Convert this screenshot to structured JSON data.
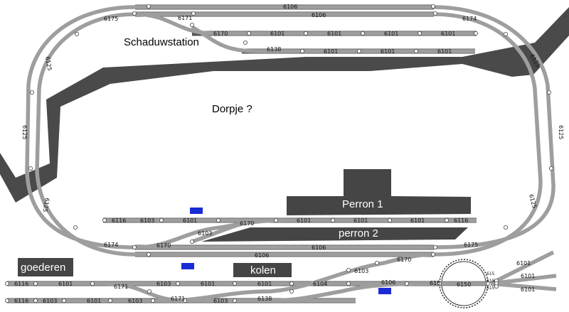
{
  "labels": {
    "shadow_station": "Schaduwstation",
    "village": "Dorpje ?",
    "platform1": "Perron 1",
    "platform2": "perron 2",
    "goods": "goederen",
    "coal": "kolen"
  },
  "codes": {
    "c6106": "6106",
    "c6175": "6175",
    "c6171": "6171",
    "c6174": "6174",
    "c6170": "6170",
    "c6101": "6101",
    "c6138": "6138",
    "c6125": "6125",
    "c6116": "6116",
    "c6103": "6103",
    "c6150": "6150",
    "c6104": "6104",
    "c615": "615"
  },
  "colors": {
    "track": "#9e9e9e",
    "landscape": "#4a4a4a",
    "platform": "#454545",
    "marker": "#1a2bd6"
  }
}
